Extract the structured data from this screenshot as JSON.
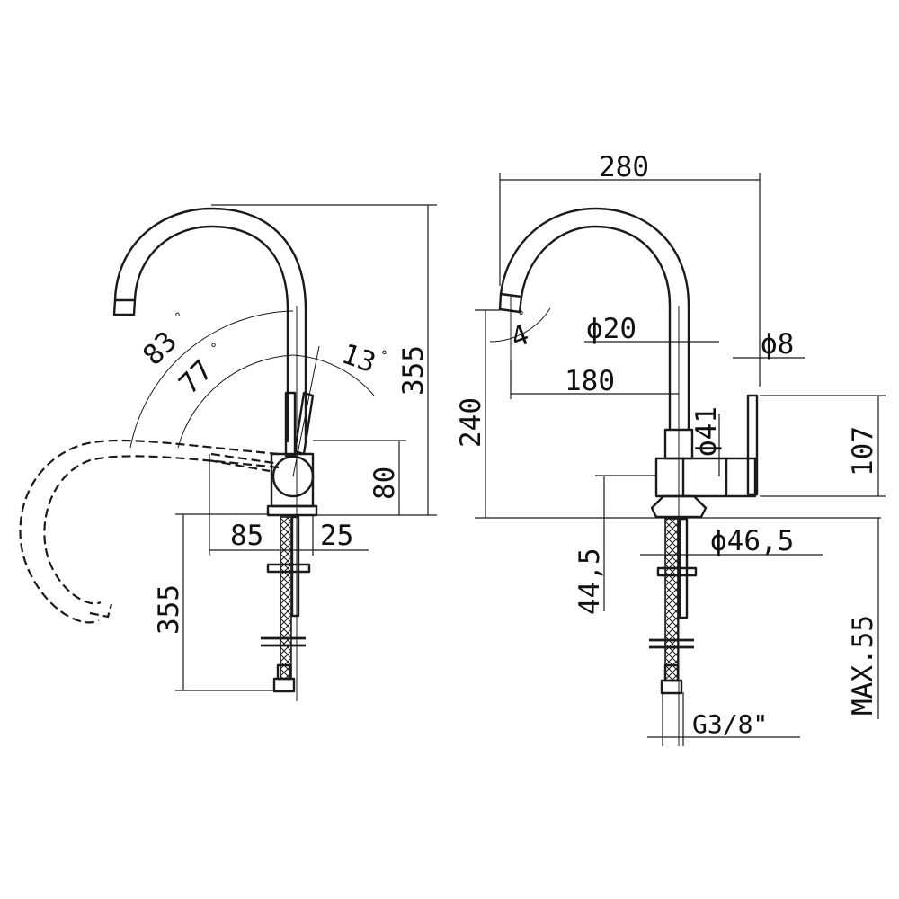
{
  "side_view": {
    "angle_83": "83",
    "angle_77": "77",
    "angle_13": "13",
    "degree_mark": "°",
    "height_355": "355",
    "height_80": "80",
    "width_85": "85",
    "width_25": "25",
    "hose_355": "355"
  },
  "front_view": {
    "width_280": "280",
    "angle_4": "4",
    "diam_20": "ϕ20",
    "diam_8": "ϕ8",
    "reach_180": "180",
    "height_240": "240",
    "diam_41": "ϕ41",
    "height_107": "107",
    "diam_46_5": "ϕ46,5",
    "height_44_5": "44,5",
    "max_55": "MAX.55",
    "thread": "G3/8\""
  }
}
